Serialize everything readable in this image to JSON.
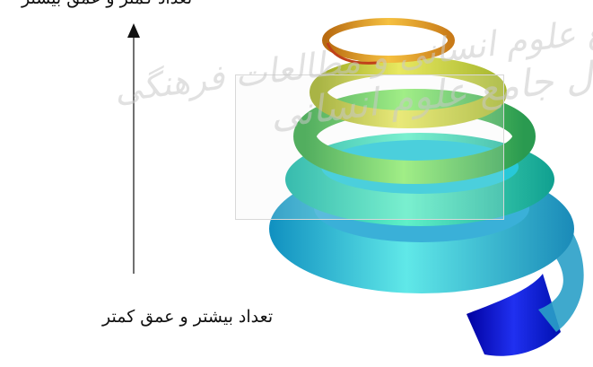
{
  "captions": {
    "top": "تعداد کمتر و عمق بیشتر",
    "bottom": "تعداد بیشتر و عمق کمتر"
  },
  "watermark": {
    "line1": "پرتال جامع علوم انسانی و مطالعات فرهنگی",
    "line2": "پرتال جامع علوم انسانی"
  },
  "colors": {
    "arrow": "#111111",
    "coil_top": "#e8a020",
    "coil_bottom": "#1010d8"
  }
}
